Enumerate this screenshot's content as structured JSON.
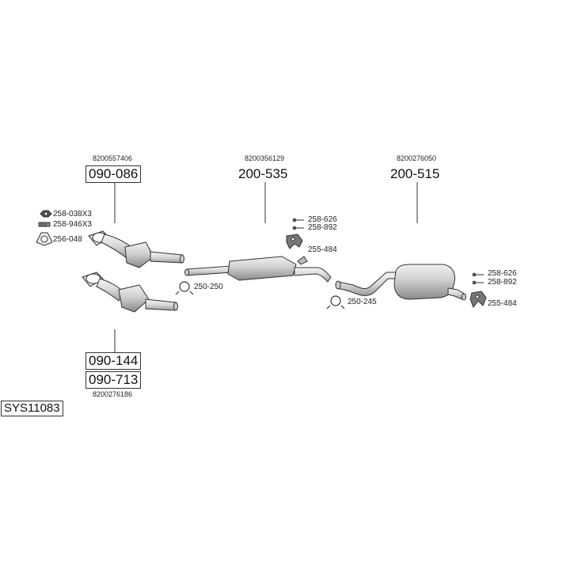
{
  "labels": {
    "oem_cat_front": "8200557406",
    "part_cat_front": "090-086",
    "oem_middle": "8200356129",
    "part_middle": "200-535",
    "oem_rear": "8200276050",
    "part_rear": "200-515",
    "part_cat_lower_1": "090-144",
    "part_cat_lower_2": "090-713",
    "oem_cat_lower": "8200276186",
    "system_id": "SYS11083",
    "acc_nut": "258-038X3",
    "acc_stud": "258-946X3",
    "acc_gasket": "256-048",
    "acc_clamp_front": "250-250",
    "acc_bolt_mid_1": "258-626",
    "acc_bolt_mid_2": "258-892",
    "acc_hanger_mid": "255-484",
    "acc_clamp_rear": "250-245",
    "acc_bolt_rear_1": "258-626",
    "acc_bolt_rear_2": "258-892",
    "acc_hanger_rear": "255-484"
  },
  "colors": {
    "line": "#333333",
    "pipe_fill": "#e2e2e2",
    "shade": "#9a9a9a"
  }
}
